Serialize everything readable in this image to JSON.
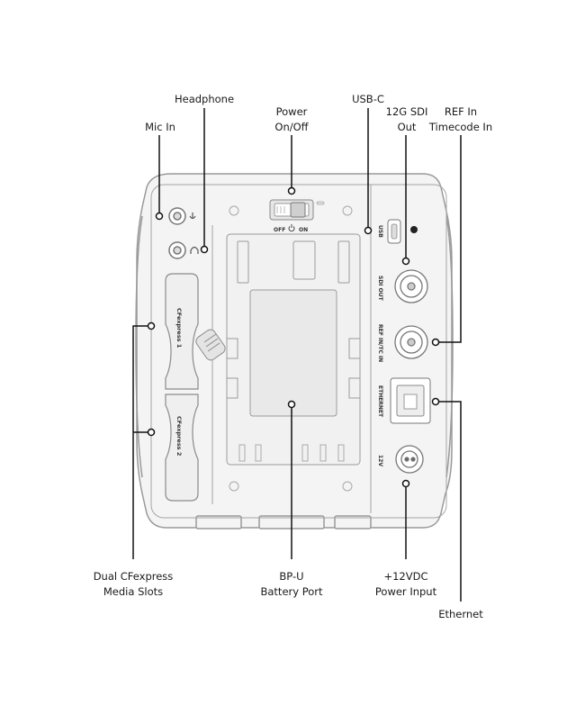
{
  "labels": {
    "mic_in": "Mic In",
    "headphone": "Headphone",
    "power": "Power\nOn/Off",
    "usb_c": "USB-C",
    "sdi": "12G SDI\nOut",
    "ref": "REF In\nTimecode In",
    "media": "Dual CFexpress\nMedia Slots",
    "battery": "BP-U\nBattery Port",
    "dc": "+12VDC\nPower Input",
    "ethernet": "Ethernet"
  },
  "panel": {
    "switch_off": "OFF",
    "switch_on": "ON",
    "slot1": "CFexpress 1",
    "slot2": "CFexpress 2",
    "usb": "USB",
    "sdi_out": "SDI OUT",
    "ref_in": "REF IN/TC IN",
    "ethernet": "ETHERNET",
    "dc": "12V"
  },
  "colors": {
    "body": "#f3f3f3",
    "outline": "#9a9a9a",
    "callout": "#111111"
  },
  "icons": [
    "mic-icon",
    "headphone-icon",
    "power-icon",
    "dc-polarity-icon"
  ]
}
